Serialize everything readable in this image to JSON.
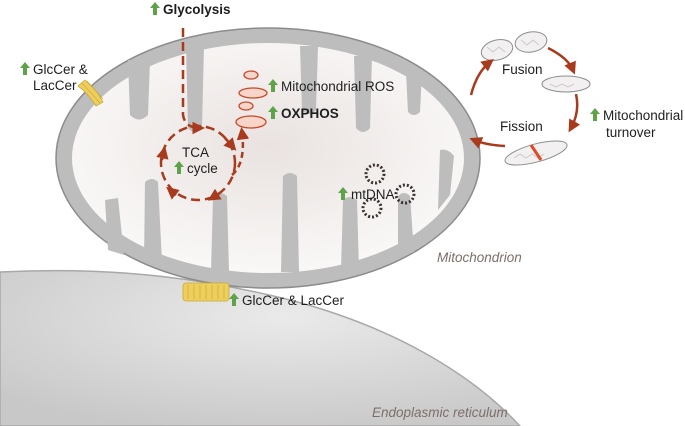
{
  "labels": {
    "glycolysis": "Glycolysis",
    "glccer_lacer_left_line1": "GlcCer &",
    "glccer_lacer_left_line2": "LacCer",
    "mito_ros": "Mitochondrial ROS",
    "oxphos": "OXPHOS",
    "tca_line1": "TCA",
    "tca_line2": "cycle",
    "mtdna": "mtDNA",
    "mitochondrion": "Mitochondrion",
    "glccer_lacer_contact": "GlcCer & LacCer",
    "er": "Endoplasmic reticulum",
    "fusion": "Fusion",
    "fission": "Fission",
    "mito_turnover_line1": "Mitochondrial",
    "mito_turnover_line2": "turnover"
  },
  "colors": {
    "arrow_green": "#5ea34a",
    "pathway_red": "#a83a1e",
    "membrane_gray": "#b9b9b9",
    "matrix": "#f1efee",
    "er_gray": "#d9d8d8",
    "lipid_yellow": "#eecf5c"
  }
}
